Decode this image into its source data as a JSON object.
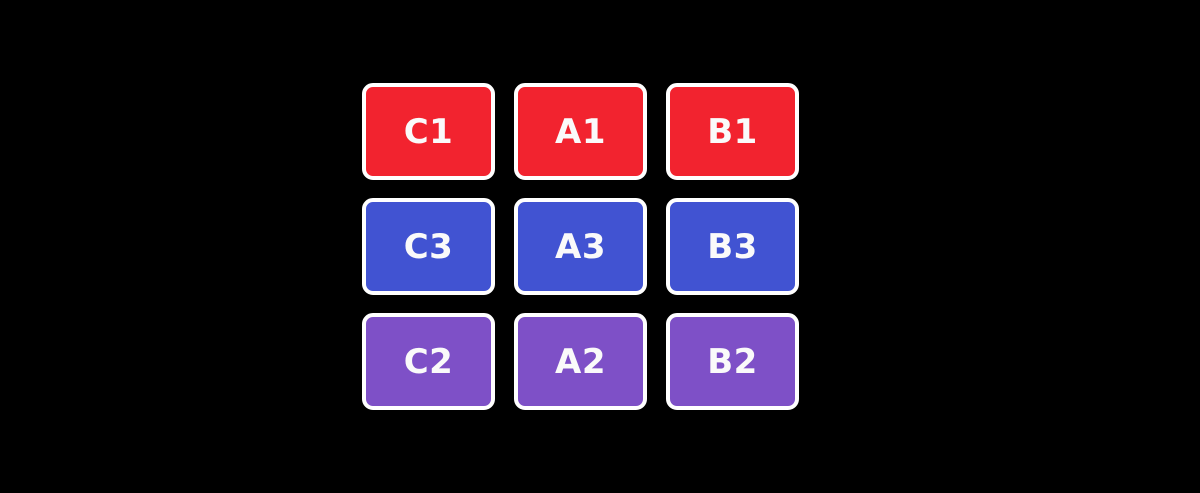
{
  "canvas": {
    "background": "#000000",
    "border_color": "#ffffff",
    "text_color": "#fafafa"
  },
  "row_colors": {
    "row_1_red": "#f2232f",
    "row_2_blue": "#4153d2",
    "row_3_purple": "#7e50c7"
  },
  "cards": [
    {
      "label": "C1",
      "color": "#f2232f"
    },
    {
      "label": "A1",
      "color": "#f2232f"
    },
    {
      "label": "B1",
      "color": "#f2232f"
    },
    {
      "label": "C3",
      "color": "#4153d2"
    },
    {
      "label": "A3",
      "color": "#4153d2"
    },
    {
      "label": "B3",
      "color": "#4153d2"
    },
    {
      "label": "C2",
      "color": "#7e50c7"
    },
    {
      "label": "A2",
      "color": "#7e50c7"
    },
    {
      "label": "B2",
      "color": "#7e50c7"
    }
  ]
}
